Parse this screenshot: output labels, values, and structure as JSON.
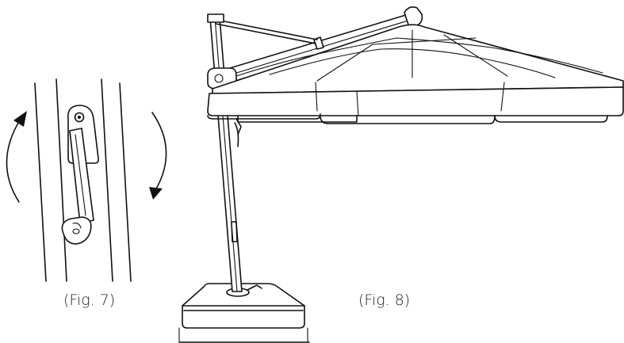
{
  "figures": [
    {
      "id": "fig7",
      "caption": "(Fig. 7)"
    },
    {
      "id": "fig8",
      "caption": "(Fig. 8)"
    }
  ]
}
